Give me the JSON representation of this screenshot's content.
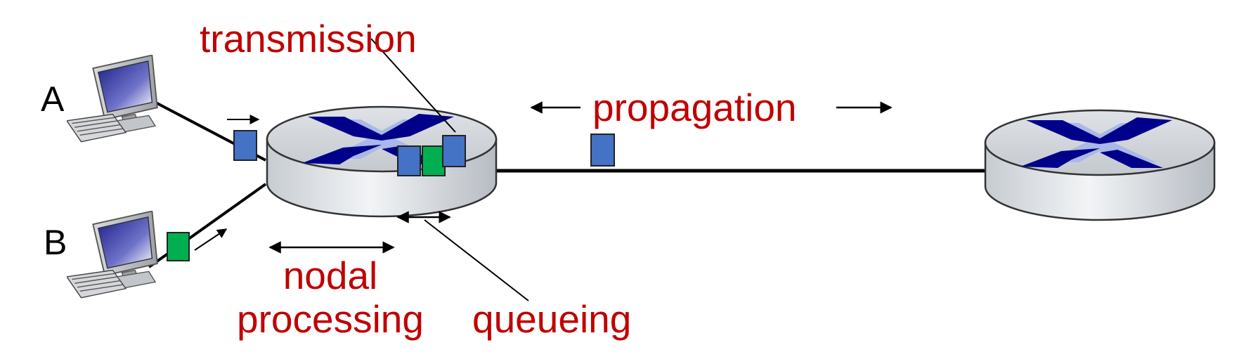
{
  "colors": {
    "label": "#c00000",
    "line": "#000000",
    "packet_blue": "#4472c4",
    "packet_green": "#00b050",
    "router_top": "#d2d6dc",
    "router_side": "#c9ced4",
    "router_cross": "#00008b",
    "router_cross_shadow": "#a9b8e6",
    "monitor_screen": "#3c3fa8"
  },
  "hosts": [
    {
      "label": "A",
      "icon": "desktop-computer-icon"
    },
    {
      "label": "B",
      "icon": "desktop-computer-icon"
    }
  ],
  "routers": [
    {
      "icon": "router-icon"
    },
    {
      "icon": "router-icon"
    }
  ],
  "delays": {
    "transmission": "transmission",
    "propagation": "propagation",
    "nodal_processing_line1": "nodal",
    "nodal_processing_line2": "processing",
    "queueing": "queueing"
  }
}
